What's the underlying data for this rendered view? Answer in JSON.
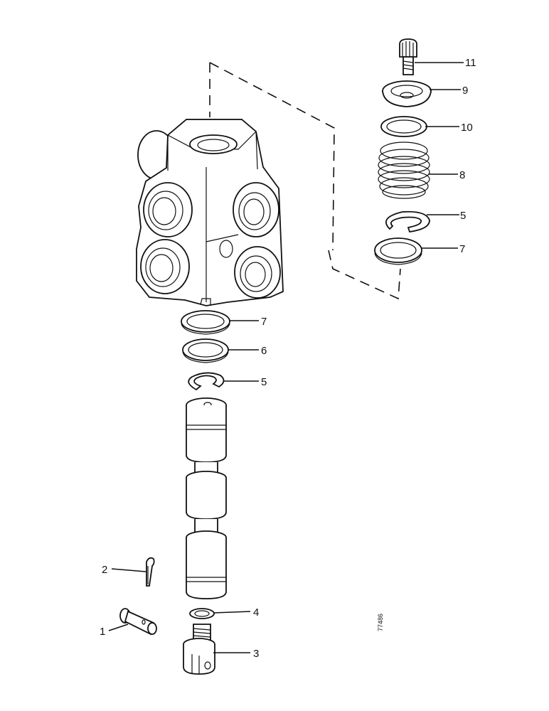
{
  "diagram": {
    "callouts": [
      {
        "id": "c11",
        "text": "11"
      },
      {
        "id": "c9",
        "text": "9"
      },
      {
        "id": "c10",
        "text": "10"
      },
      {
        "id": "c8",
        "text": "8"
      },
      {
        "id": "c5a",
        "text": "5"
      },
      {
        "id": "c7a",
        "text": "7"
      },
      {
        "id": "c7b",
        "text": "7"
      },
      {
        "id": "c6",
        "text": "6"
      },
      {
        "id": "c5b",
        "text": "5"
      },
      {
        "id": "c2",
        "text": "2"
      },
      {
        "id": "c4",
        "text": "4"
      },
      {
        "id": "c1",
        "text": "1"
      },
      {
        "id": "c3",
        "text": "3"
      }
    ],
    "reference_number": "77486"
  }
}
